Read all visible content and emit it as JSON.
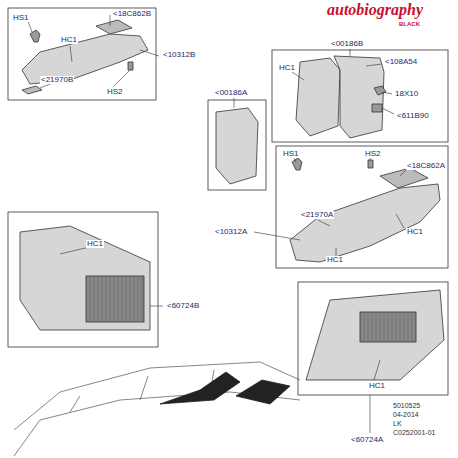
{
  "diagram": {
    "labels": [
      "autobiography",
      "BLACK",
      "HS1",
      "<18C862B",
      "HC1",
      "<10312B",
      "HS2",
      "<21970B",
      "<00186B",
      "HC1",
      "<108A54",
      "<00186A",
      "18X10",
      "<611B90",
      "HS1",
      "HS2",
      "<18C862A",
      "<10312A",
      "<21970A",
      "HC1",
      "HC1",
      "HC1",
      "<60724B",
      "<60724A",
      "HC1",
      "5010525",
      "04-2014",
      "LK",
      "C0252001-01"
    ]
  }
}
